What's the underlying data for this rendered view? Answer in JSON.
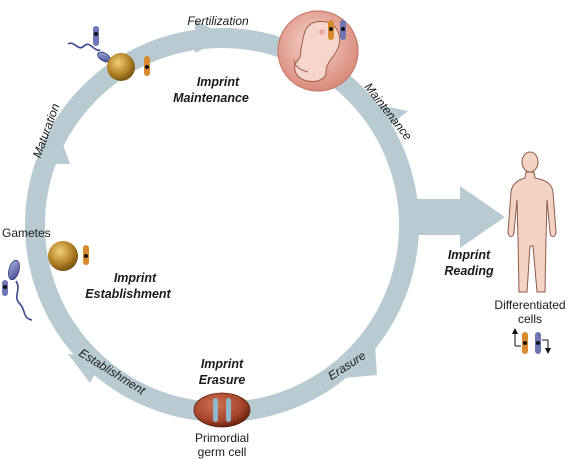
{
  "cycle_labels": {
    "fertilization": "Fertilization",
    "maintenance": "Maintenance",
    "maturation": "Maturation",
    "establishment": "Establishment",
    "erasure": "Erasure"
  },
  "phase_labels": {
    "imprint_maintenance": [
      "Imprint",
      "Maintenance"
    ],
    "imprint_establishment": [
      "Imprint",
      "Establishment"
    ],
    "imprint_erasure": [
      "Imprint",
      "Erasure"
    ],
    "imprint_reading": [
      "Imprint",
      "Reading"
    ]
  },
  "stage_labels": {
    "gametes": "Gametes",
    "primordial_germ_cell": [
      "Primordial",
      "germ cell"
    ],
    "differentiated_cells": [
      "Differentiated",
      "cells"
    ]
  },
  "colors": {
    "cycle_arrow": "#b8cbd3",
    "maternal_chromosome": "#d98a2e",
    "paternal_chromosome": "#6f74b4",
    "egg": "#b8862a",
    "embryo_sac": "#e4a79a",
    "pgc": "#a8462e",
    "body": "#f4d3c4"
  }
}
